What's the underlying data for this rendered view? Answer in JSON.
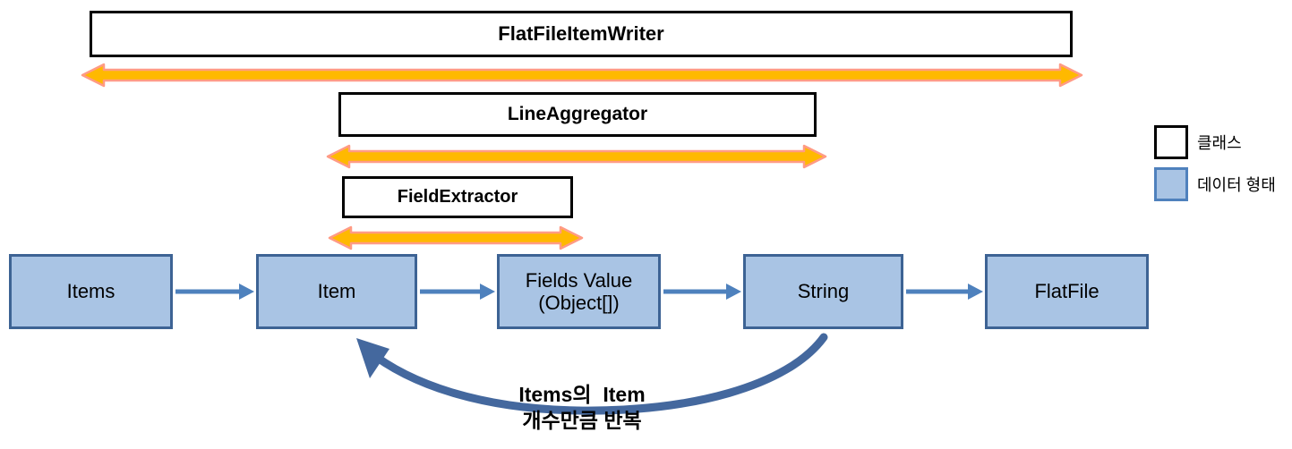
{
  "diagram": {
    "class_boxes": [
      {
        "label": "FlatFileItemWriter"
      },
      {
        "label": "LineAggregator"
      },
      {
        "label": "FieldExtractor"
      }
    ],
    "data_boxes": [
      {
        "label": "Items"
      },
      {
        "label": "Item"
      },
      {
        "label": "Fields Value",
        "label2": "(Object[])"
      },
      {
        "label": "String"
      },
      {
        "label": "FlatFile"
      }
    ],
    "loop_note": {
      "line1": "Items의  Item",
      "line2": "개수만큼 반복"
    },
    "legend": {
      "class_label": "클래스",
      "data_label": "데이터 형태"
    },
    "colors": {
      "span_arrow_fill": "#ffb900",
      "span_arrow_outline": "#ff9b85",
      "data_box_fill": "#a9c4e4",
      "data_box_border": "#3d6394",
      "flow_arrow": "#4e81bd",
      "loop_arrow": "#44689e",
      "class_box_border": "#000000"
    }
  }
}
